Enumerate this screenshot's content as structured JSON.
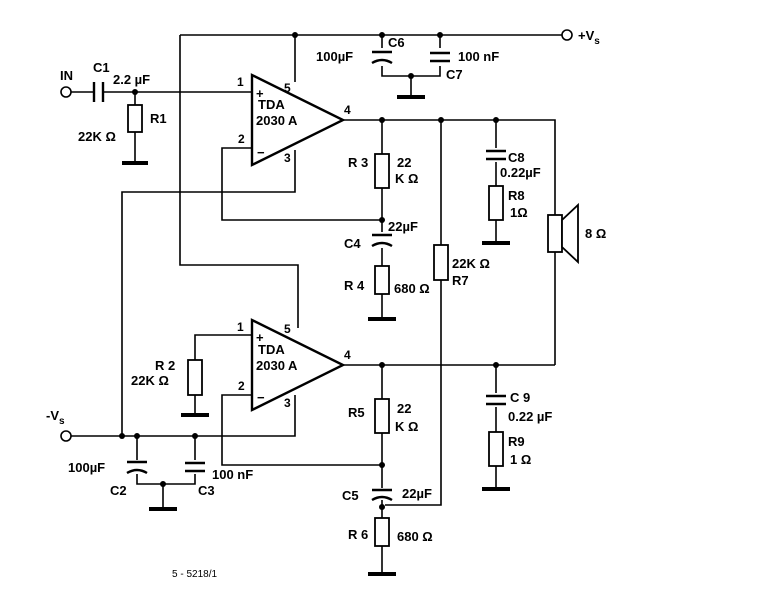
{
  "labels": {
    "in": "IN",
    "vs_plus": "+V",
    "vs_plus_sub": "s",
    "vs_minus": "-V",
    "vs_minus_sub": "s",
    "c1": "C1",
    "c1_val": "2.2 µF",
    "r1": "R1",
    "r1_val": "22K Ω",
    "c6": "C6",
    "c6_val": "100µF",
    "c7": "C7",
    "c7_val": "100 nF",
    "r3": "R 3",
    "r3_val1": "22",
    "r3_val2": "K Ω",
    "c4": "C4",
    "c4_val": "22µF",
    "r4": "R 4",
    "r4_val": "680 Ω",
    "r7": "R7",
    "r7_val": "22K Ω",
    "c8": "C8",
    "c8_val": "0.22µF",
    "r8": "R8",
    "r8_val": "1Ω",
    "spk_val": "8 Ω",
    "r2": "R 2",
    "r2_val": "22K Ω",
    "r5": "R5",
    "r5_val1": "22",
    "r5_val2": "K Ω",
    "c5": "C5",
    "c5_val": "22µF",
    "r6": "R 6",
    "r6_val": "680 Ω",
    "c9": "C 9",
    "c9_val": "0.22 µF",
    "r9": "R9",
    "r9_val": "1 Ω",
    "c2": "C2",
    "c2_val": "100µF",
    "c3": "C3",
    "c3_val": "100 nF",
    "ref": "5 - 5218/1"
  },
  "amp_top": {
    "line1": "TDA",
    "line2": "2030 A",
    "pin_plus": "+",
    "pin_minus": "−",
    "p1": "1",
    "p2": "2",
    "p3": "3",
    "p4": "4",
    "p5": "5"
  },
  "amp_bottom": {
    "line1": "TDA",
    "line2": "2030 A",
    "pin_plus": "+",
    "pin_minus": "−",
    "p1": "1",
    "p2": "2",
    "p3": "3",
    "p4": "4",
    "p5": "5"
  }
}
